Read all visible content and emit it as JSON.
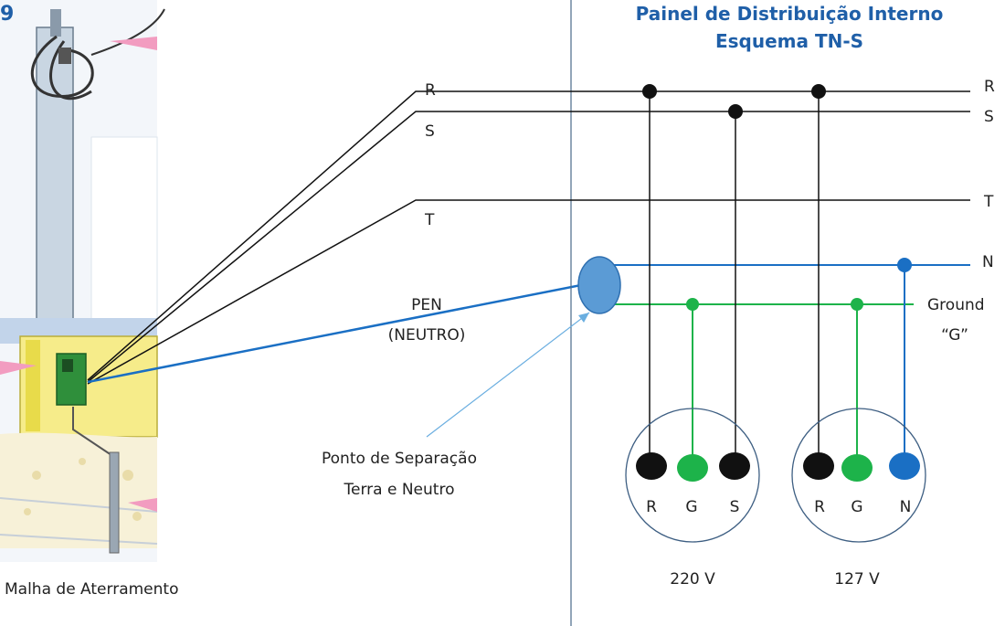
{
  "page_number": "9",
  "title_line1": "Painel de Distribuição Interno",
  "title_line2": "Esquema TN-S",
  "conductors": {
    "r_left": "R",
    "s_left": "S",
    "t_left": "T",
    "r_right": "R",
    "s_right": "S",
    "t_right": "T",
    "n_right": "N"
  },
  "pen_line1": "PEN",
  "pen_line2": "(NEUTRO)",
  "ground_line1": "Ground",
  "ground_line2": "“G”",
  "separation_line1": "Ponto de Separação",
  "separation_line2": "Terra e Neutro",
  "grounding_grid_label": "Malha de Aterramento",
  "outlet_220": {
    "pins": [
      "R",
      "G",
      "S"
    ],
    "voltage": "220 V"
  },
  "outlet_127": {
    "pins": [
      "R",
      "G",
      "N"
    ],
    "voltage": "127 V"
  },
  "colors": {
    "phase": "#111111",
    "neutral": "#1a6fc4",
    "ground": "#1db34a",
    "separation_point": "#5b9bd5",
    "title": "#1f5fa8"
  }
}
